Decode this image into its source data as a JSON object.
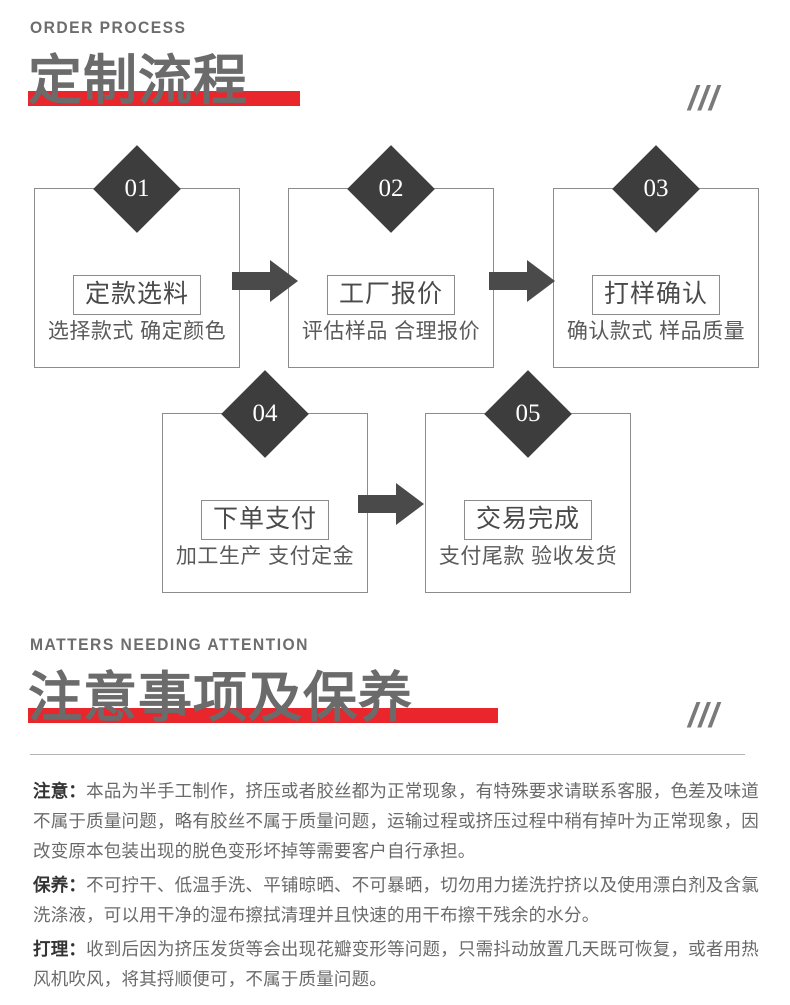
{
  "sections": [
    {
      "eyebrow": "ORDER PROCESS",
      "title": "定制流程",
      "slashes": "///"
    },
    {
      "eyebrow": "MATTERS NEEDING ATTENTION",
      "title": "注意事项及保养",
      "slashes": "///"
    }
  ],
  "colors": {
    "accent_red": "#e8262b",
    "title_gray": "#6b6b6b",
    "diamond_dark": "#3d3d3d",
    "box_border": "#8c8c8c",
    "body_gray": "#6a6a6a"
  },
  "flow": {
    "steps": [
      {
        "number": "01",
        "label": "定款选料",
        "caption": "选择款式 确定颜色"
      },
      {
        "number": "02",
        "label": "工厂报价",
        "caption": "评估样品 合理报价"
      },
      {
        "number": "03",
        "label": "打样确认",
        "caption": "确认款式 样品质量"
      },
      {
        "number": "04",
        "label": "下单支付",
        "caption": "加工生产 支付定金"
      },
      {
        "number": "05",
        "label": "交易完成",
        "caption": "支付尾款 验收发货"
      }
    ]
  },
  "notes": [
    {
      "label": "注意：",
      "text": "本品为半手工制作，挤压或者胶丝都为正常现象，有特殊要求请联系客服，色差及味道不属于质量问题，略有胶丝不属于质量问题，运输过程或挤压过程中稍有掉叶为正常现象，因改变原本包装出现的脱色变形坏掉等需要客户自行承担。"
    },
    {
      "label": "保养：",
      "text": "不可拧干、低温手洗、平铺晾晒、不可暴晒，切勿用力搓洗拧挤以及使用漂白剂及含氯洗涤液，可以用干净的湿布擦拭清理并且快速的用干布擦干残余的水分。"
    },
    {
      "label": "打理：",
      "text": "收到后因为挤压发货等会出现花瓣变形等问题，只需抖动放置几天既可恢复，或者用热风机吹风，将其捋顺便可，不属于质量问题。"
    }
  ]
}
